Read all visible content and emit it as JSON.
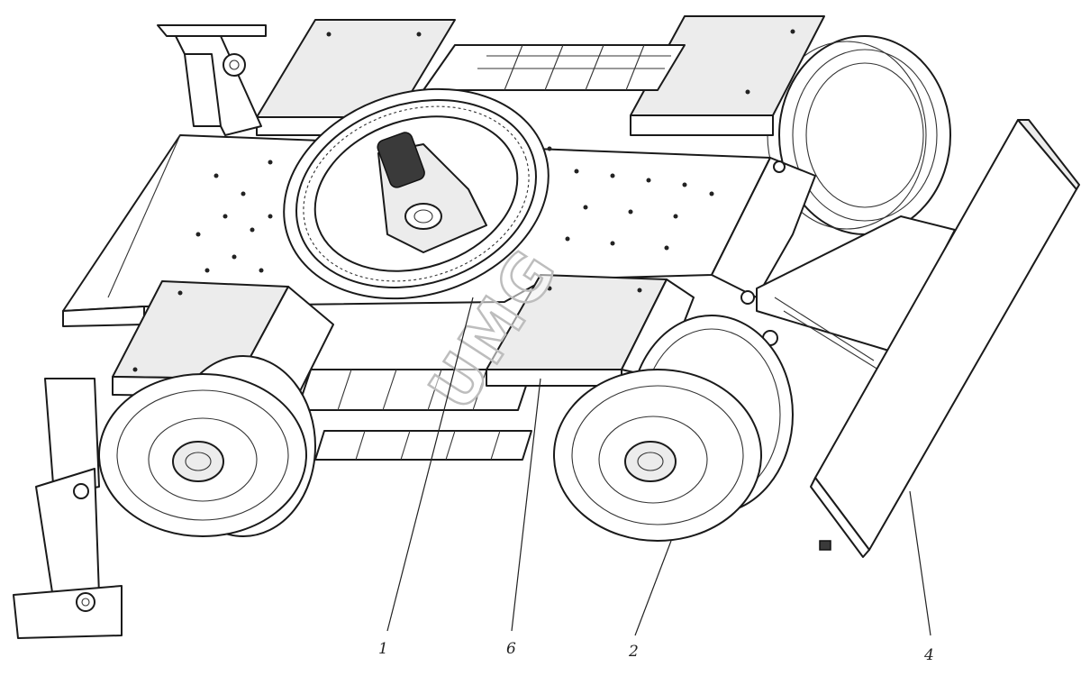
{
  "figure": {
    "watermark": "UMG",
    "callouts": [
      {
        "label": "1"
      },
      {
        "label": "6"
      },
      {
        "label": "2"
      },
      {
        "label": "4"
      }
    ]
  }
}
